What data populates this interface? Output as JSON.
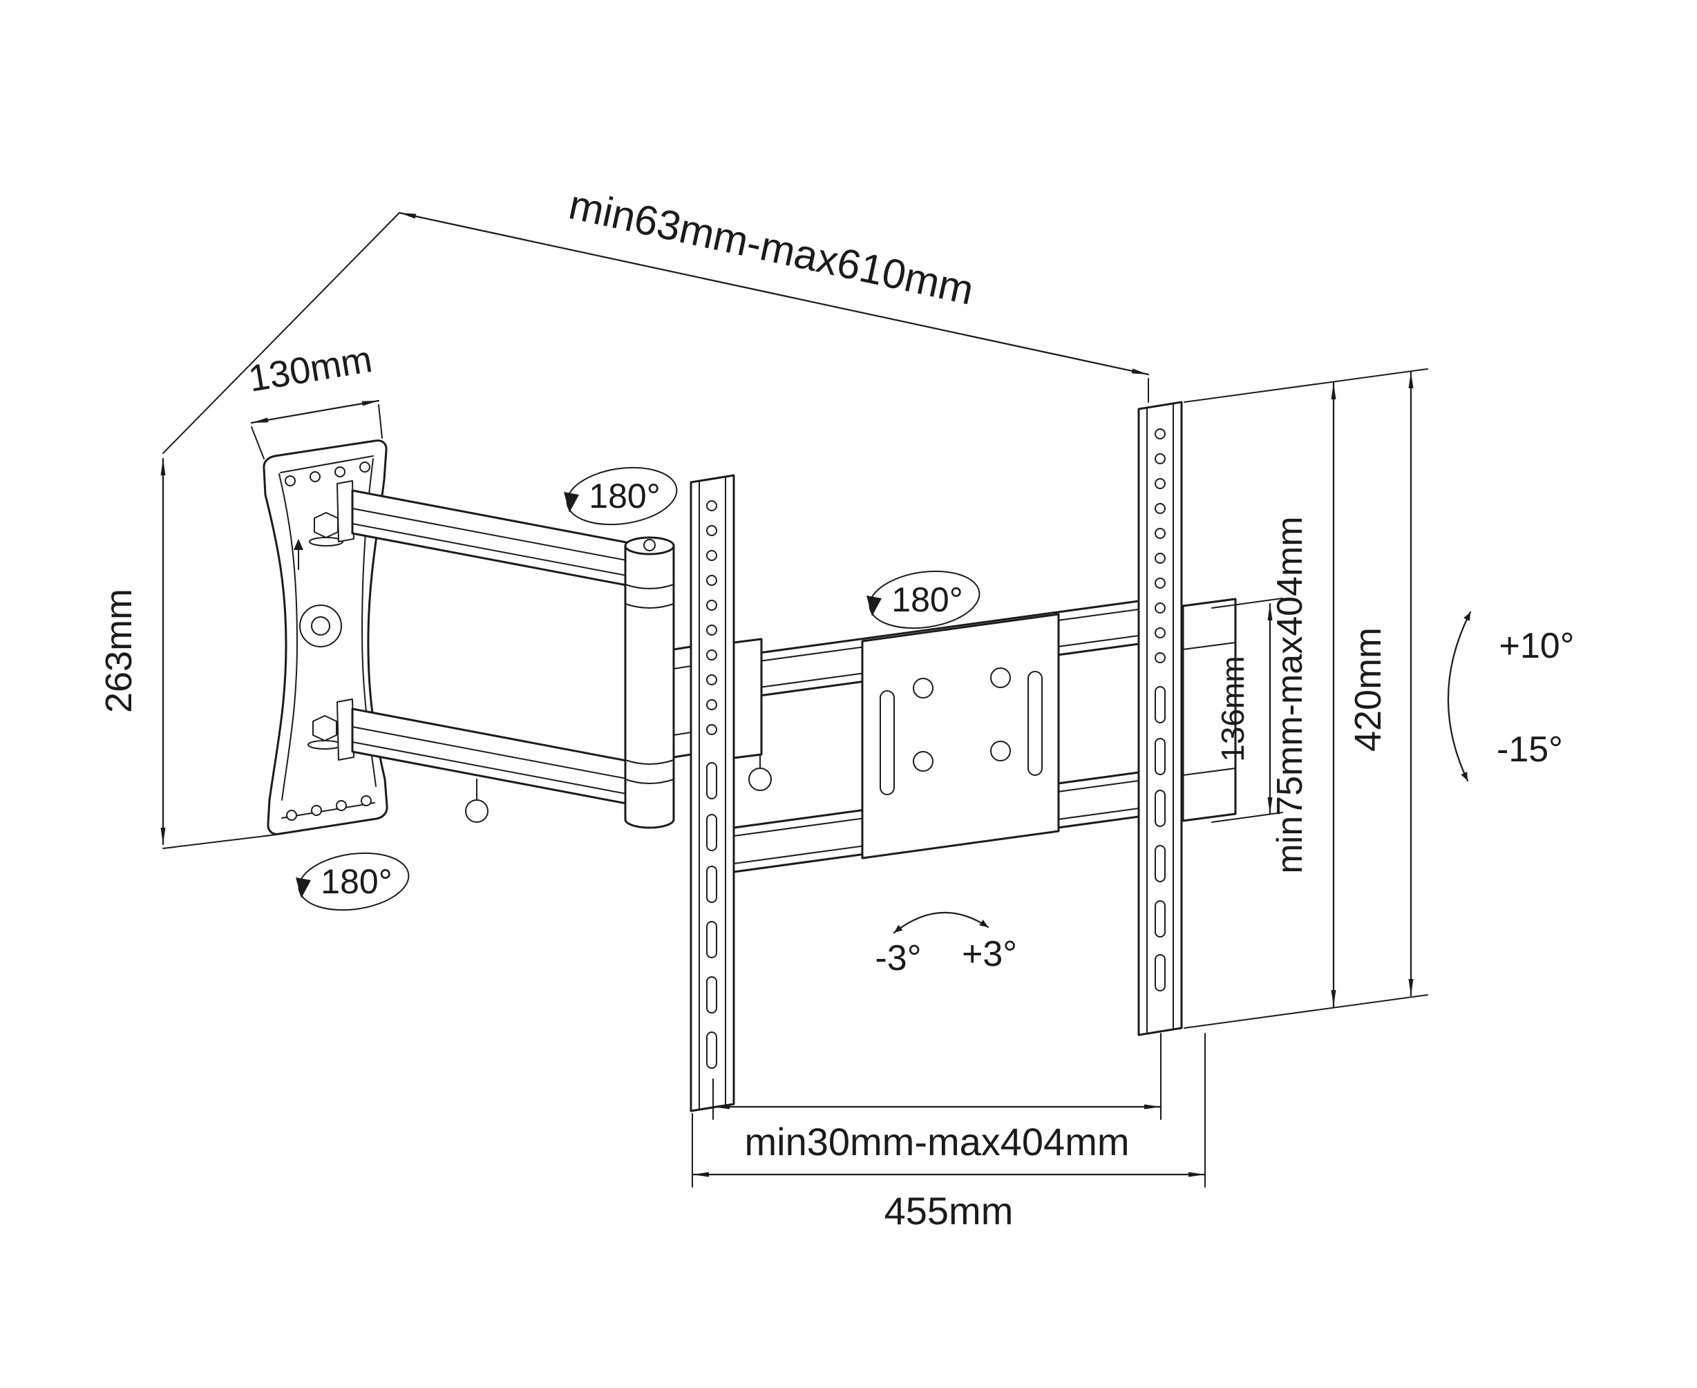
{
  "diagram": {
    "subject": "Articulating TV wall-mount bracket dimension drawing",
    "background": "#ffffff",
    "ink": "#1b1b1b",
    "labels": {
      "extension_range": "min63mm-max610mm",
      "wall_plate_width": "130mm",
      "wall_plate_height": "263mm",
      "swivel_top": "180°",
      "swivel_mid": "180°",
      "swivel_bottom": "180°",
      "plate_offset_height": "136mm",
      "vesa_height_range": "min75mm-max404mm",
      "bracket_height": "420mm",
      "tilt_up": "+10°",
      "tilt_down": "-15°",
      "roll_left": "-3°",
      "roll_right": "+3°",
      "vesa_width_range": "min30mm-max404mm",
      "bracket_width": "455mm"
    }
  }
}
